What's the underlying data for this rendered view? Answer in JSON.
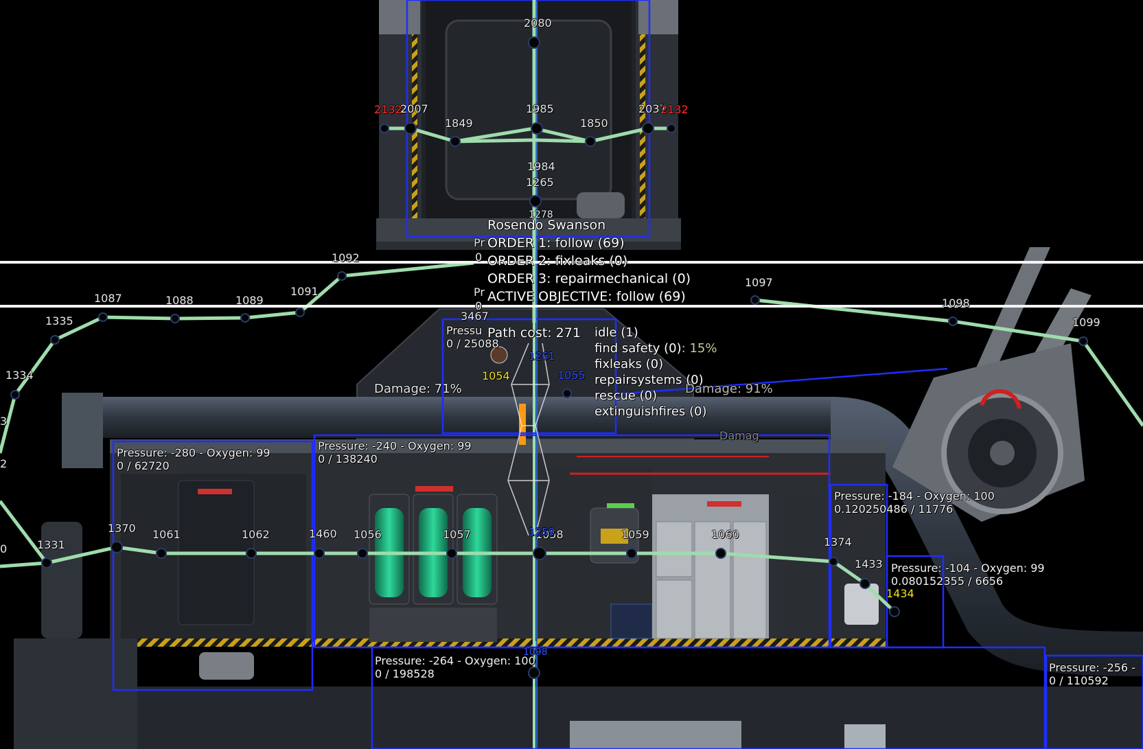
{
  "character": {
    "name": "Rosendo Swanson",
    "orders": [
      "ORDER 1: follow (69)",
      "ORDER 2: fixleaks (0)",
      "ORDER 3: repairmechanical (0)"
    ],
    "active_objective": "ACTIVE OBJECTIVE: follow (69)",
    "path_cost": "Path cost: 271",
    "ai_objectives": [
      "idle (1)",
      "find safety (0)",
      "fixleaks (0)",
      "repairsystems (0)",
      "rescue (0)",
      "extinguishfires (0)"
    ],
    "ai_extra": ": 15%"
  },
  "hulls": [
    {
      "pressure_text": "Pressure: -280 - Oxygen: 99",
      "volume_text": "0 / 62720"
    },
    {
      "pressure_text": "Pressure: -240 - Oxygen: 99",
      "volume_text": "0 / 138240"
    },
    {
      "pressure_text": "Pressure: -184 - Oxygen: 100",
      "volume_text": "0.120250486 / 11776"
    },
    {
      "pressure_text": "Pressure: -104 - Oxygen: 99",
      "volume_text": "0.080152355 / 6656"
    },
    {
      "pressure_text": "Pressure: -264 - Oxygen: 100",
      "volume_text": "0 / 198528"
    },
    {
      "pressure_text": "Pressure: -256 -",
      "volume_text": "0 / 110592"
    },
    {
      "pressure_text": "Pressu",
      "volume_text": "0 / 25088"
    }
  ],
  "damage_labels": [
    "Damage: 71%",
    "Damage: 91%",
    "Damag"
  ],
  "fragments": [
    "3467",
    "Pr",
    "0",
    "Pr",
    "0",
    "1261",
    "1055",
    "1054",
    "1259",
    "1098"
  ],
  "waypoint_labels": {
    "top": [
      "2080",
      "1985",
      "1849",
      "1850",
      "2007",
      "2037",
      "1984",
      "1265",
      "1278"
    ],
    "red": [
      "2132",
      "2132"
    ],
    "outer": [
      "1092",
      "1087",
      "1088",
      "1089",
      "1091",
      "1335",
      "1334",
      "1097",
      "1098",
      "1099",
      "3",
      "2",
      "0"
    ],
    "deck": [
      "1370",
      "1331",
      "1061",
      "1062",
      "1460",
      "1056",
      "1057",
      "1058",
      "1059",
      "1060",
      "1374",
      "1433"
    ],
    "yellow": [
      "1434"
    ]
  },
  "colors": {
    "path_line": "#9fdcac",
    "hull_outline": "#1f2dff",
    "node": "#050505",
    "node_ring": "#2a3a66",
    "red_label": "#ff3030",
    "yellow_label": "#f0e020",
    "blue_label": "#3050ff",
    "orange_bar": "#ff9a10",
    "cryo_green": "#1fb07a",
    "hull_metal": "#3a3e44"
  }
}
